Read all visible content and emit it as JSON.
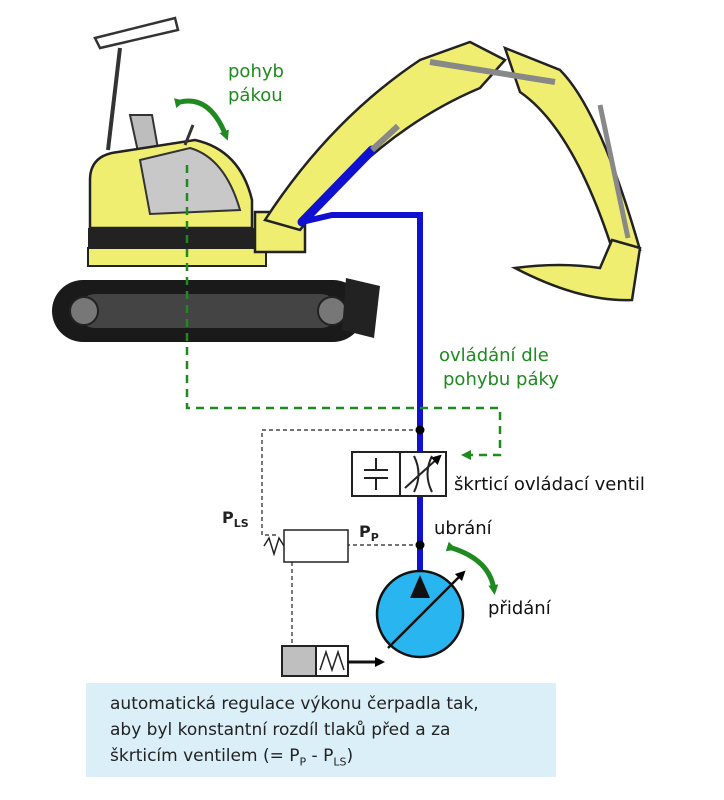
{
  "labels": {
    "lever_motion": [
      "pohyb",
      "pákou"
    ],
    "control_by_lever": [
      "ovládání dle",
      "pohybu páky"
    ],
    "valve": "škrticí ovládací ventil",
    "decrease": "ubrání",
    "increase": "přidání",
    "p_ls": {
      "main": "P",
      "sub": "LS"
    },
    "p_p": {
      "main": "P",
      "sub": "P"
    }
  },
  "note": {
    "line1": "automatická regulace výkonu čerpadla tak,",
    "line2": "aby byl konstantní rozdíl tlaků před a za",
    "line3_prefix": "škrticím ventilem (= P",
    "line3_sub1": "P",
    "line3_mid": " - P",
    "line3_sub2": "LS",
    "line3_suffix": ")"
  },
  "colors": {
    "hydraulic_line": "#1010d0",
    "control_line": "#1f8a1f",
    "excavator_body": "#f0ee70",
    "pump": "#29b6f0",
    "note_bg": "#dbeff8"
  }
}
